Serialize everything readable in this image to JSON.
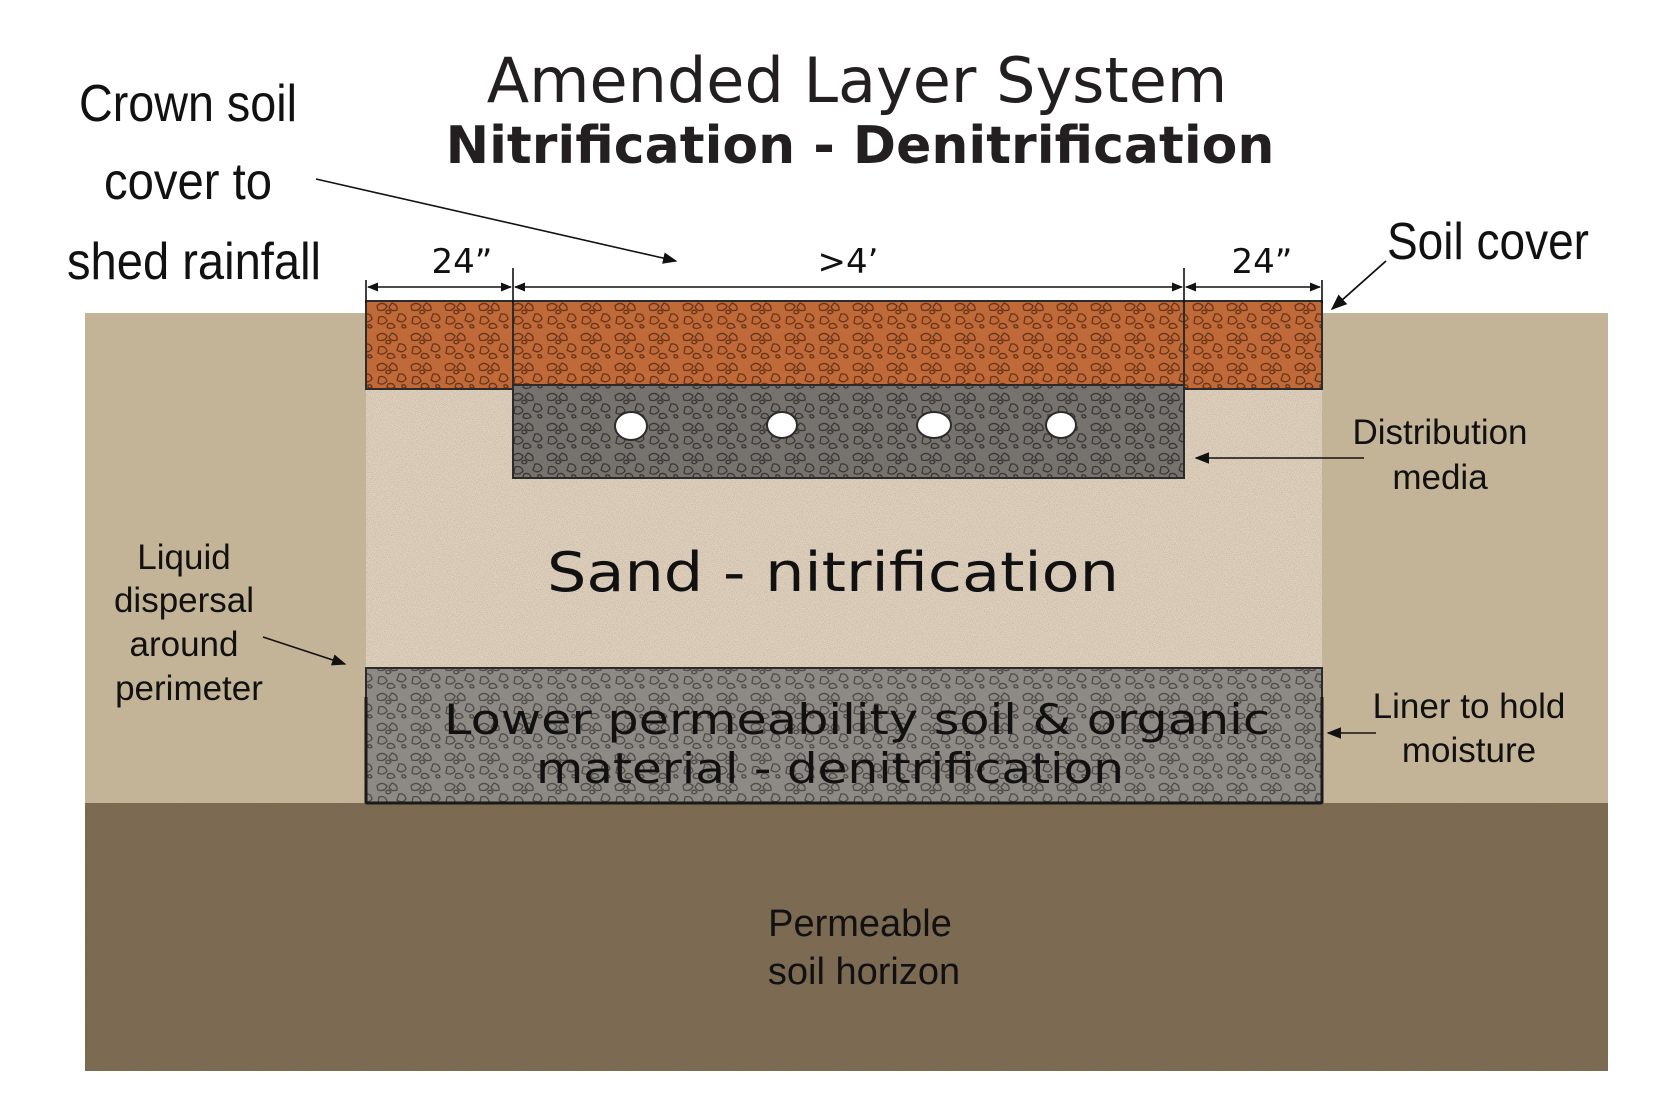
{
  "title": {
    "main": "Amended Layer System",
    "sub": "Nitrification - Denitrification"
  },
  "callouts": {
    "crown": [
      "Crown soil",
      "cover to",
      "shed rainfall"
    ],
    "soil_cover": "Soil cover",
    "distribution": [
      "Distribution",
      "media"
    ],
    "liquid": [
      "Liquid",
      "dispersal",
      "around",
      "perimeter"
    ],
    "liner": [
      "Liner to hold",
      "moisture"
    ]
  },
  "dimensions": {
    "left": "24”",
    "center": ">4’",
    "right": "24”"
  },
  "layers": {
    "sand": "Sand - nitrification",
    "lower": [
      "Lower permeability soil & organic",
      "material - denitrification"
    ],
    "permeable": [
      "Permeable",
      "soil horizon"
    ]
  },
  "colors": {
    "native_soil": "#c4b497",
    "permeable_soil": "#7d6b52",
    "sand": "#e0d2bf",
    "soil_cover": "#c06a3a",
    "distribution_media": "#76736f",
    "lower_layer": "#8d8985"
  }
}
